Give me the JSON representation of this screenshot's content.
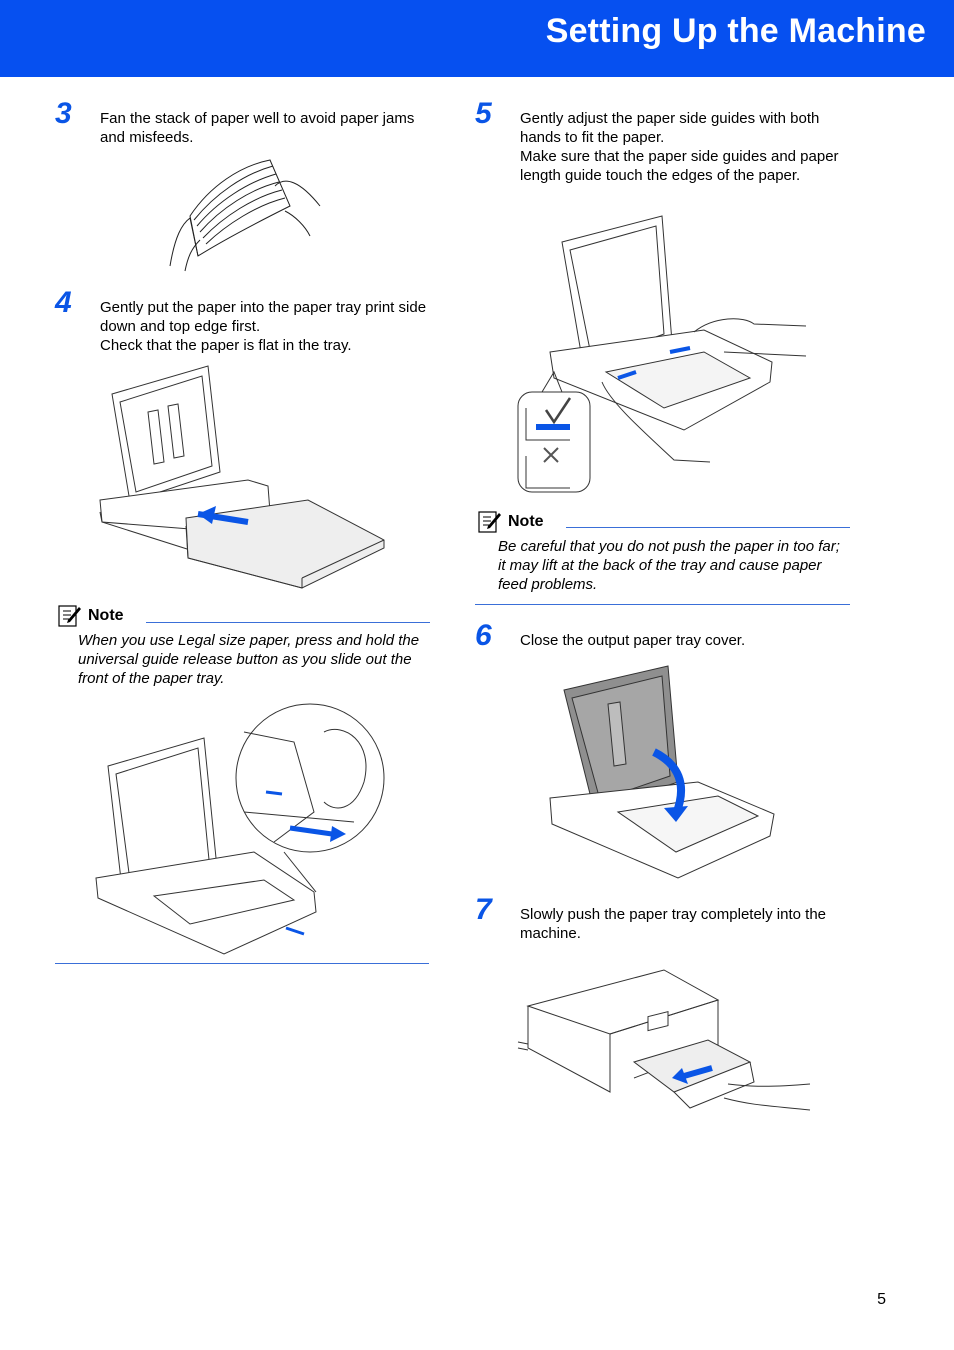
{
  "header": {
    "title": "Setting Up the Machine"
  },
  "steps": {
    "s3": {
      "num": "3",
      "text": "Fan the stack of paper well to avoid paper jams and misfeeds."
    },
    "s4": {
      "num": "4",
      "text": "Gently put the paper into the paper tray print side down and top edge first.\nCheck that the paper is flat in the tray."
    },
    "s5": {
      "num": "5",
      "text": "Gently adjust the paper side guides with both hands to fit the paper.\nMake sure that the paper side guides and paper length guide touch the edges of the paper."
    },
    "s6": {
      "num": "6",
      "text": "Close the output paper tray cover."
    },
    "s7": {
      "num": "7",
      "text": "Slowly push the paper tray completely into the machine."
    }
  },
  "notes": {
    "left": {
      "label": "Note",
      "text": "When you use Legal size paper, press and hold the universal guide release button as you slide out the front of the paper tray."
    },
    "right": {
      "label": "Note",
      "text": "Be careful that you do not push the paper in too far; it may lift at the back of the tray and cause paper feed problems."
    }
  },
  "page": {
    "number": "5"
  },
  "colors": {
    "brand": "#0650f0",
    "accent_blue": "#0a55e6",
    "rule": "#3a6fd8"
  },
  "icons": {
    "note": "note-pencil-icon"
  }
}
